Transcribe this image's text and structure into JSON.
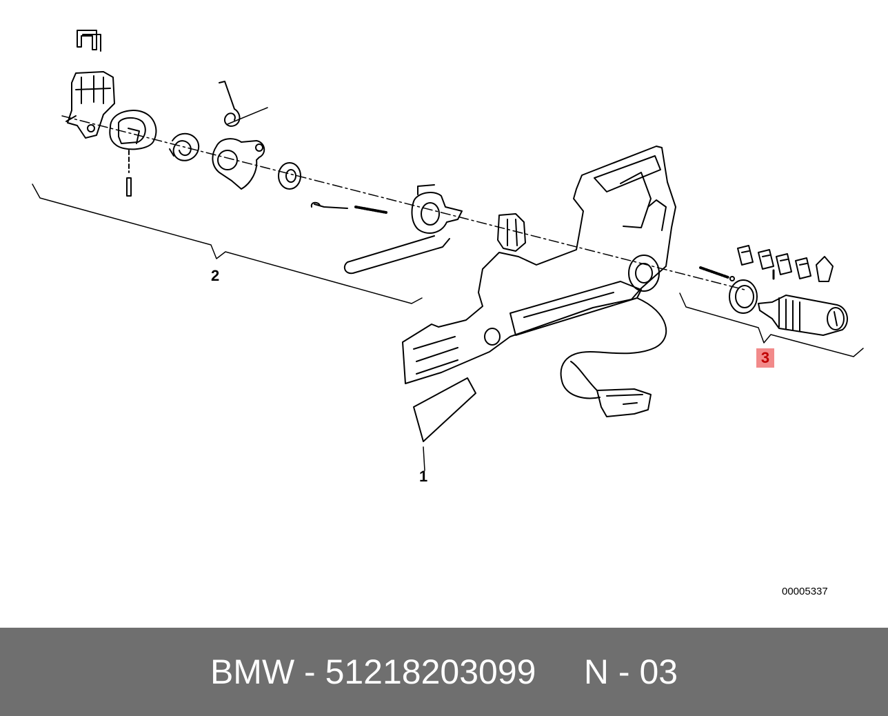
{
  "diagram": {
    "callouts": [
      {
        "id": "1",
        "label": "1",
        "highlighted": false
      },
      {
        "id": "2",
        "label": "2",
        "highlighted": false
      },
      {
        "id": "3",
        "label": "3",
        "highlighted": true
      }
    ],
    "diagram_id": "00005337",
    "highlight_color": "#f28a8a",
    "highlight_text_color": "#c00000"
  },
  "footer": {
    "text": "BMW - 51218203099     N - 03",
    "background": "#6f6f6f"
  }
}
